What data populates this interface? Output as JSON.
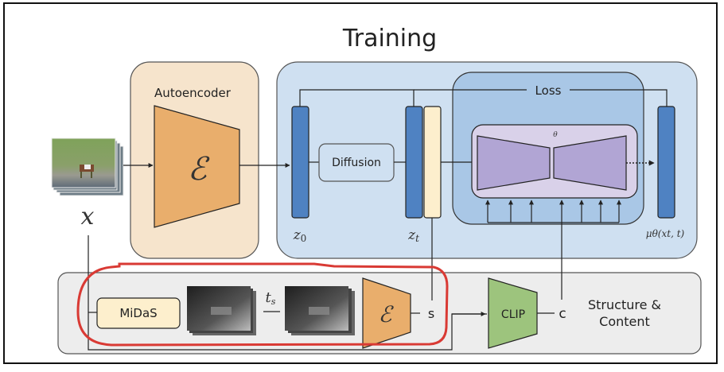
{
  "title": "Training",
  "autoencoder": {
    "label": "Autoencoder",
    "encoder_symbol": "ℰ"
  },
  "input": {
    "symbol": "x"
  },
  "diffusion": {
    "label": "Diffusion",
    "z0": "z",
    "z0_sub": "0",
    "zt": "z",
    "zt_sub": "t"
  },
  "unet": {
    "param": "θ",
    "output_label": "μθ(xt, t)"
  },
  "loss": {
    "label": "Loss"
  },
  "conditioning": {
    "midas_label": "MiDaS",
    "ts_label": "t",
    "ts_sub": "s",
    "encoder_symbol": "ℰ",
    "s_label": "s",
    "clip_label": "CLIP",
    "c_label": "c",
    "panel_label_line1": "Structure &",
    "panel_label_line2": "Content"
  },
  "colors": {
    "autoencoder_bg": "#f6e4cc",
    "encoder_fill": "#e9ae6c",
    "diffusion_bg": "#cfe0f1",
    "loss_bg": "#a9c7e6",
    "latent_fill": "#4f82c2",
    "structure_fill": "#fdefcd",
    "unet_bg": "#d9d1e9",
    "unet_fill": "#b1a5d4",
    "clip_fill": "#9dc47d",
    "bottom_bg": "#ededed",
    "highlight": "#d93a34"
  }
}
